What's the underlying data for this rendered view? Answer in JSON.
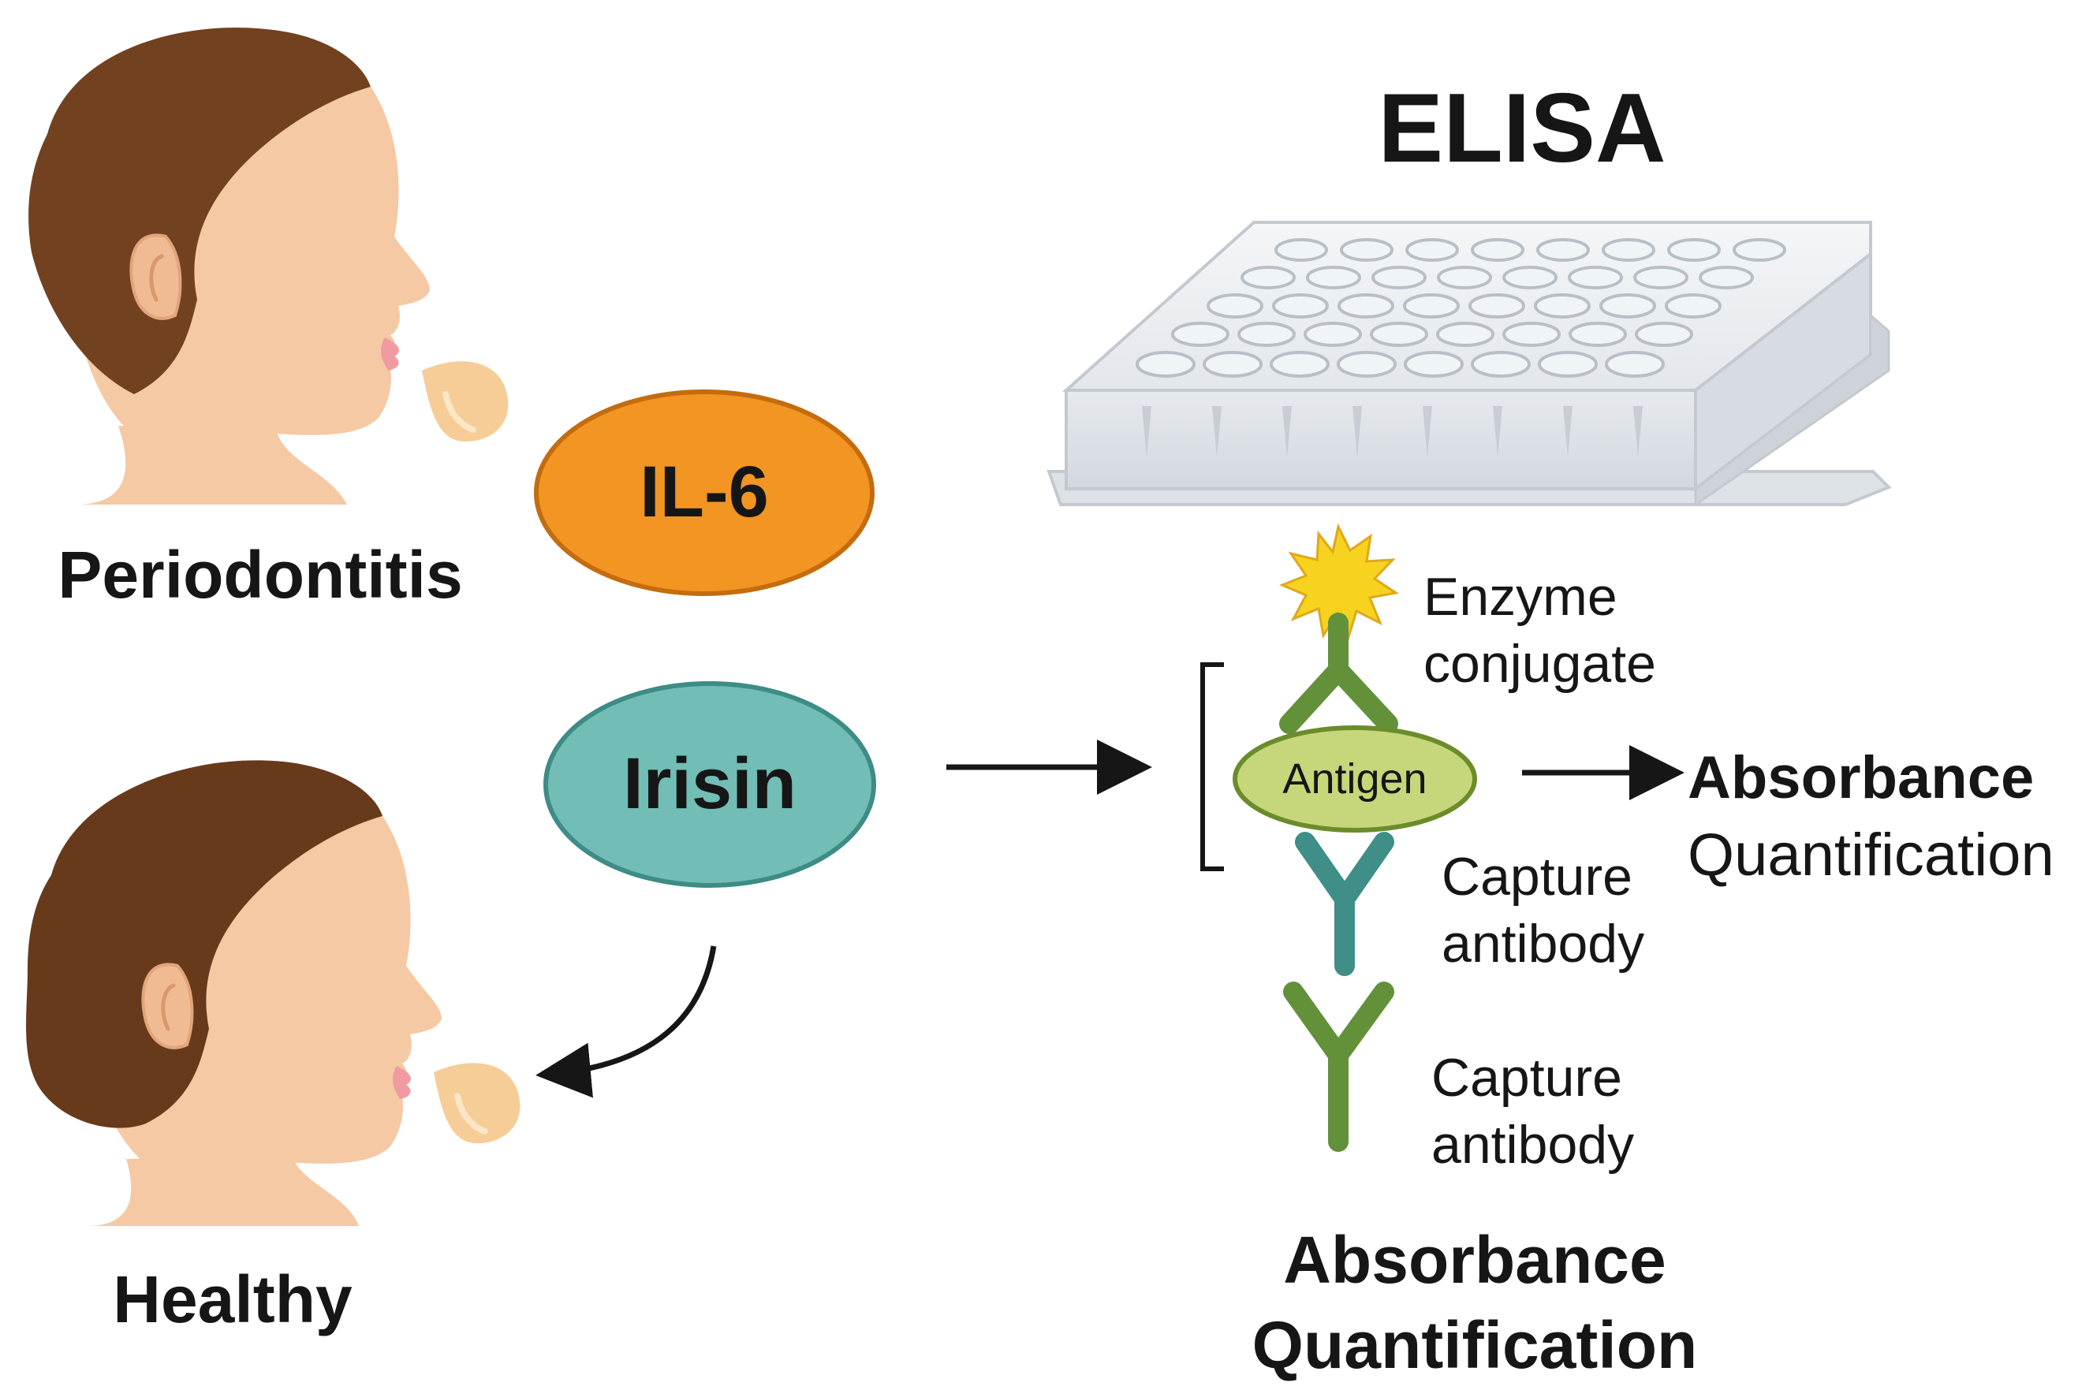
{
  "title": "ELISA",
  "left_panel": {
    "group_top": "Periodontitis",
    "group_bottom": "Healthy"
  },
  "markers": {
    "il6": "IL-6",
    "irisin": "Irisin"
  },
  "assay": {
    "antigen": "Antigen",
    "enzyme_label_line1": "Enzyme",
    "enzyme_label_line2": "conjugate",
    "capture_antibody_1_line1": "Capture",
    "capture_antibody_1_line2": "antibody",
    "capture_antibody_2_line1": "Capture",
    "capture_antibody_2_line2": "antibody",
    "readout_right_line1": "Absorbance",
    "readout_right_line2": "Quantification",
    "readout_bottom_line1": "Absorbance",
    "readout_bottom_line2": "Quantification"
  },
  "colors": {
    "hair_top": "#72411f",
    "hair_bottom": "#673a1c",
    "skin": "#f5c9a4",
    "lips": "#f09aa2",
    "saliva": "#f6cd96",
    "il6_fill": "#f29522",
    "il6_stroke": "#c46c0e",
    "irisin_fill": "#72bdb6",
    "irisin_stroke": "#3d8c86",
    "antibody_green": "#62913a",
    "antibody_teal": "#3f8e88",
    "antigen_fill": "#c6d67a",
    "antigen_stroke": "#6a8c2a",
    "enzyme_star": "#f7d21f",
    "plate": "#e9edf1",
    "plate_edge": "#c3c9cf"
  },
  "icons": [
    "head-profile-icon",
    "saliva-droplet-icon",
    "microplate-icon",
    "enzyme-star-icon",
    "antibody-icon",
    "arrow-icon"
  ]
}
